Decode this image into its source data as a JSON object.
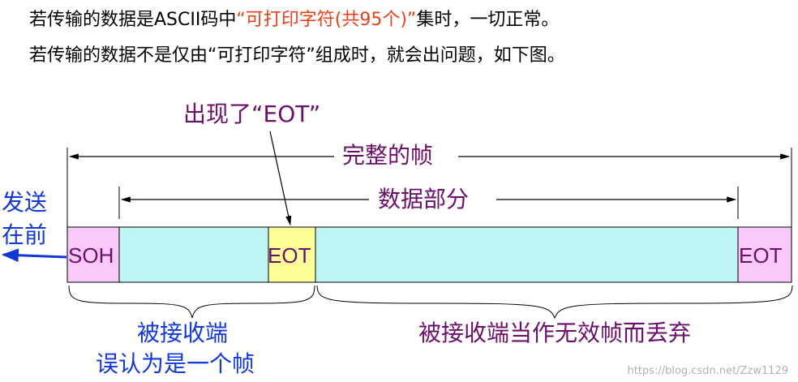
{
  "intro": {
    "line1_prefix": "若传输的数据是ASCII码中",
    "line1_highlight": "“可打印字符(共95个)”",
    "line1_suffix": "集时，一切正常。",
    "line2": "若传输的数据不是仅由“可打印字符”组成时，就会出问题，如下图。"
  },
  "diagram": {
    "eot_callout": "出现了“EOT”",
    "full_frame_label": "完整的帧",
    "data_part_label": "数据部分",
    "send_first_label_1": "发送",
    "send_first_label_2": "在前",
    "cells": {
      "soh": "SOH",
      "eot_middle": "EOT",
      "eot_end": "EOT"
    },
    "brace_left_label_1": "被接收端",
    "brace_left_label_2": "误认为是一个帧",
    "brace_right_label": "被接收端当作无效帧而丢弃"
  },
  "colors": {
    "purple_text": "#6b0f6b",
    "blue_text": "#1338d8",
    "red_text": "#e8411c",
    "soh_fill": "#f9c9f9",
    "data_fill": "#bff5f5",
    "eot_mid_fill": "#ffff99",
    "eot_end_fill": "#f9c9f9"
  },
  "watermark": "https://blog.csdn.net/Zzw1129"
}
